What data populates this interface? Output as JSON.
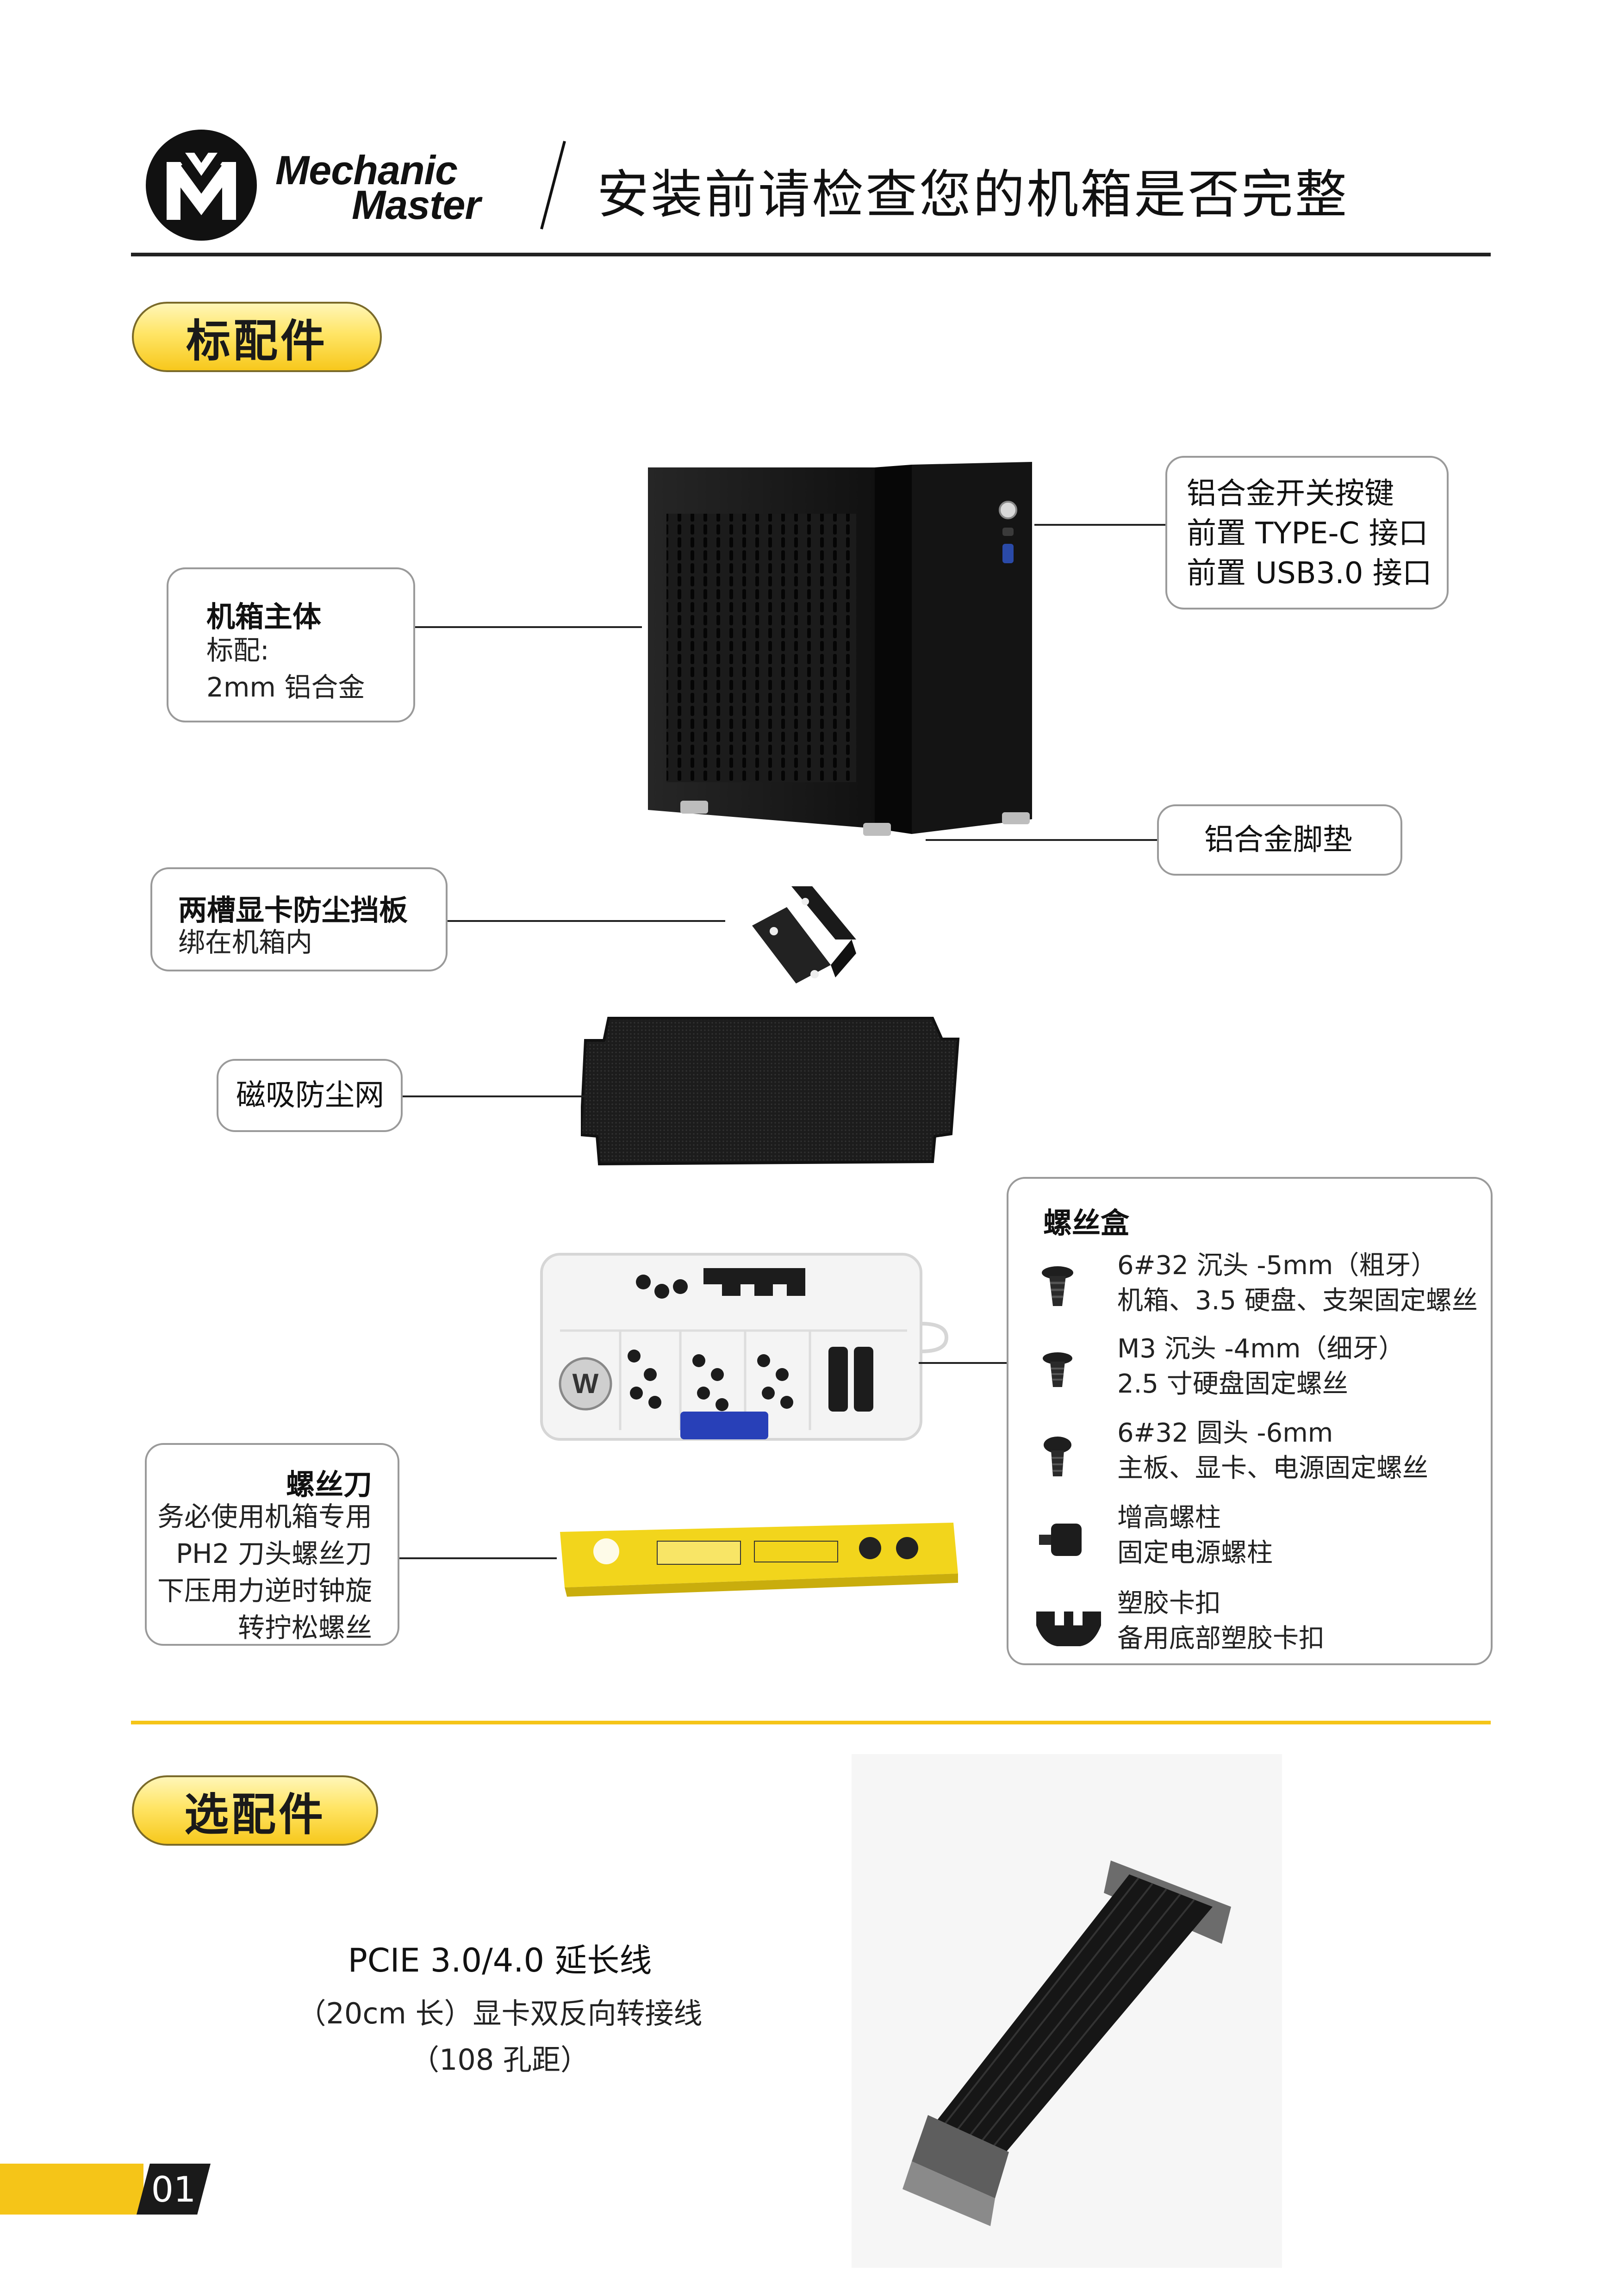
{
  "header": {
    "logo_line1": "Mechanic",
    "logo_line2": "Master",
    "title": "安装前请检查您的机箱是否完整"
  },
  "standard": {
    "section_label": "标配件",
    "case_body": {
      "title": "机箱主体",
      "line1": "标配:",
      "line2": "2mm 铝合金"
    },
    "io_panel": {
      "line1": "铝合金开关按键",
      "line2": "前置 TYPE-C 接口",
      "line3": "前置 USB3.0 接口"
    },
    "feet": {
      "label": "铝合金脚垫"
    },
    "gpu_bracket": {
      "title": "两槽显卡防尘挡板",
      "line1": "绑在机箱内"
    },
    "dust_filter": {
      "label": "磁吸防尘网"
    },
    "screw_box": {
      "title": "螺丝盒",
      "items": [
        {
          "line1": "6#32 沉头 -5mm（粗牙）",
          "line2": "机箱、3.5 硬盘、支架固定螺丝"
        },
        {
          "line1": "M3 沉头 -4mm（细牙）",
          "line2": "2.5 寸硬盘固定螺丝"
        },
        {
          "line1": "6#32 圆头 -6mm",
          "line2": "主板、显卡、电源固定螺丝"
        },
        {
          "line1": "增高螺柱",
          "line2": "固定电源螺柱"
        },
        {
          "line1": "塑胶卡扣",
          "line2": "备用底部塑胶卡扣"
        }
      ]
    },
    "screwdriver": {
      "title": "螺丝刀",
      "line1": "务必使用机箱专用",
      "line2": "PH2 刀头螺丝刀",
      "line3": "下压用力逆时钟旋",
      "line4": "转拧松螺丝"
    }
  },
  "optional": {
    "section_label": "选配件",
    "pcie": {
      "title": "PCIE 3.0/4.0 延长线",
      "line1": "（20cm 长）显卡双反向转接线",
      "line2": "（108 孔距）"
    }
  },
  "footer": {
    "page_number": "01"
  },
  "colors": {
    "accent": "#f5c518",
    "dark": "#1a1a1a"
  }
}
